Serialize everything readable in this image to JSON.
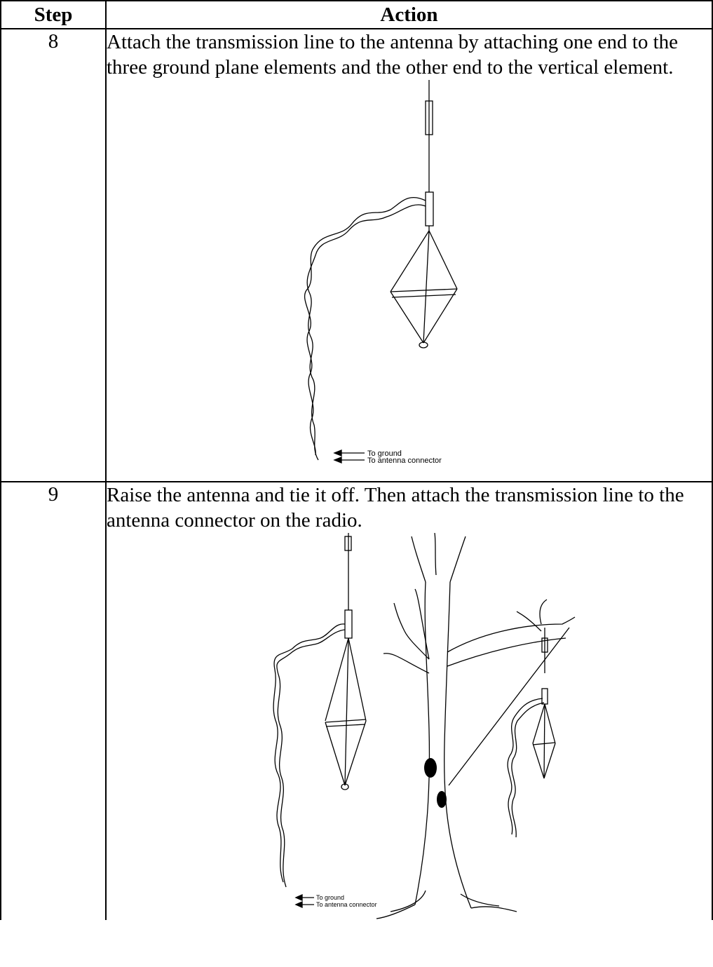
{
  "table": {
    "headers": {
      "step": "Step",
      "action": "Action"
    },
    "rows": [
      {
        "step": "8",
        "action": "Attach the transmission line to the antenna by attaching one end to the three ground plane elements and the other end to the vertical element.",
        "figure": {
          "label_ground": "To ground",
          "label_connector": "To antenna connector"
        }
      },
      {
        "step": "9",
        "action": "Raise the antenna and tie it off.  Then attach the transmission line to the antenna connector on the radio.",
        "figure": {
          "label_ground": "To ground",
          "label_connector": "To antenna connector"
        }
      }
    ]
  }
}
